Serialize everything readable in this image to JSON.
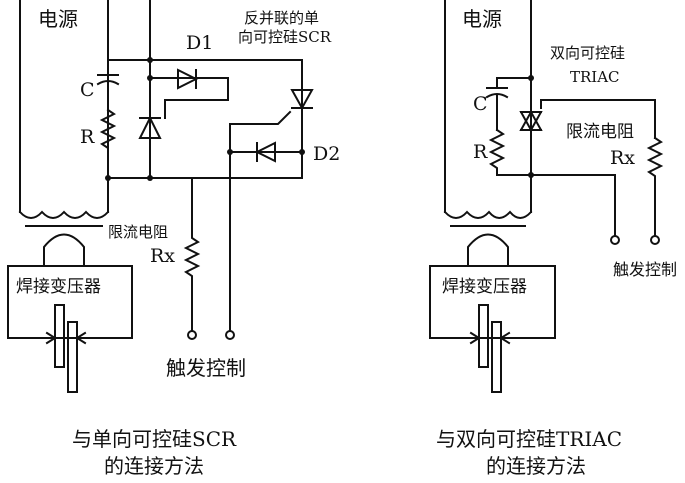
{
  "left": {
    "power_label": "电源",
    "d1_label": "D1",
    "d2_label": "D2",
    "scr_note_line1": "反并联的单",
    "scr_note_line2": "向可控硅SCR",
    "c_label": "C",
    "r_label": "R",
    "rx_title": "限流电阻",
    "rx_label": "Rx",
    "transformer_label": "焊接变压器",
    "trigger_label": "触发控制",
    "caption_line1": "与单向可控硅SCR",
    "caption_line2": "的连接方法"
  },
  "right": {
    "power_label": "电源",
    "triac_line1": "双向可控硅",
    "triac_line2": "TRIAC",
    "c_label": "C",
    "r_label": "R",
    "rx_title": "限流电阻",
    "rx_label": "Rx",
    "transformer_label": "焊接变压器",
    "trigger_label": "触发控制",
    "caption_line1": "与双向可控硅TRIAC",
    "caption_line2": "的连接方法"
  }
}
